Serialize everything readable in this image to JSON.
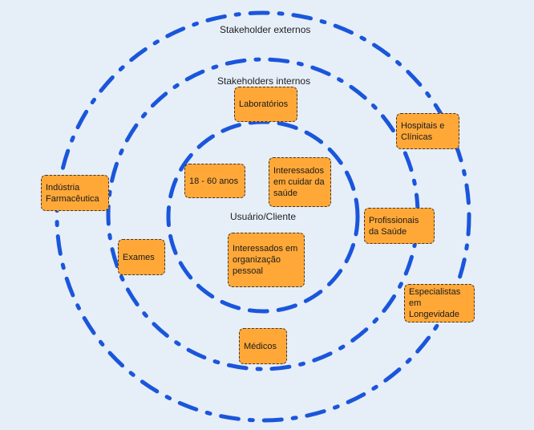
{
  "colors": {
    "background": "#e6eef8",
    "ring": "#1a56db",
    "box_fill": "#ffa838",
    "box_border": "#3a3a3a"
  },
  "rings": {
    "outer_label": "Stakeholder externos",
    "middle_label": "Stakeholders internos",
    "inner_label": "Usuário/Cliente"
  },
  "boxes": {
    "laboratorios": "Laboratórios",
    "hospitais": "Hospitais e Clínicas",
    "industria": "Indústria Farmacêutica",
    "idade": "18 - 60 anos",
    "interessados_saude": "Interessados em cuidar da saúde",
    "profissionais": "Profissionais da Saúde",
    "exames": "Exames",
    "interessados_organizacao": "Interessados em organização pessoal",
    "especialistas": "Especialistas em Longevidade",
    "medicos": "Médicos"
  }
}
